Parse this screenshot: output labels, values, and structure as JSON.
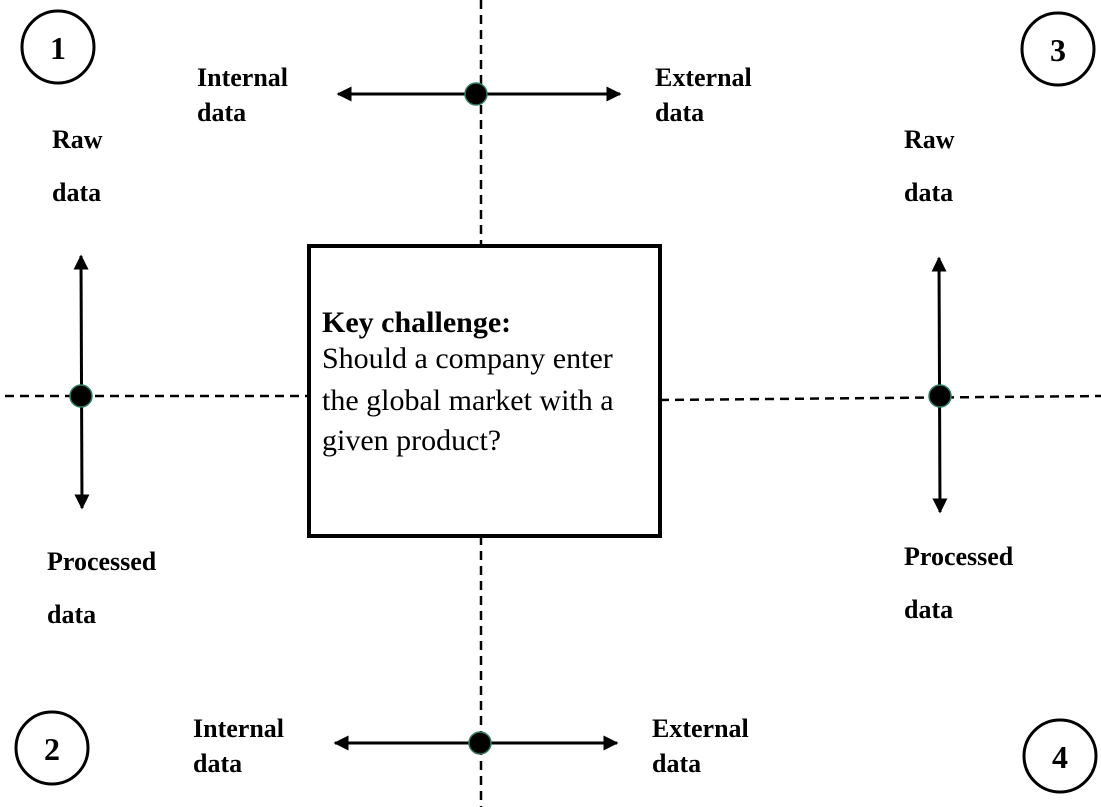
{
  "center": {
    "heading": "Key challenge:",
    "lines": [
      "Should a company enter",
      "the global market with a",
      "given product?"
    ]
  },
  "top_axis": {
    "left_label": [
      "Internal",
      "data"
    ],
    "right_label": [
      "External",
      "data"
    ]
  },
  "bottom_axis": {
    "left_label": [
      "Internal",
      "data"
    ],
    "right_label": [
      "External",
      "data"
    ]
  },
  "left_axis": {
    "top_label": [
      "Raw",
      "data"
    ],
    "bottom_label": [
      "Processed",
      "data"
    ]
  },
  "right_axis": {
    "top_label": [
      "Raw",
      "data"
    ],
    "bottom_label": [
      "Processed",
      "data"
    ]
  },
  "quadrants": {
    "q1": "1",
    "q2": "2",
    "q3": "3",
    "q4": "4"
  }
}
